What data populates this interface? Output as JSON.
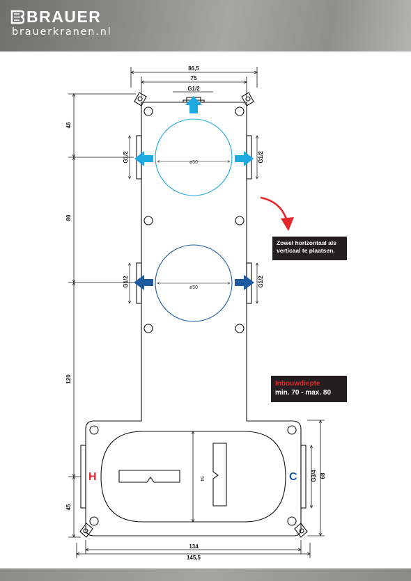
{
  "header": {
    "brand": "BRAUER",
    "url": "brauerkranen.nl"
  },
  "dimensions": {
    "top_total": "86,5",
    "top_inner": "75",
    "top_outlet": "G1/2",
    "left_top": "46",
    "left_mid": "80",
    "left_lower": "120",
    "left_bottom": "45",
    "side_g_upper_left": "G1/2",
    "side_g_upper_right": "G1/2",
    "side_g_lower_left": "G1/2",
    "side_g_lower_right": "G1/2",
    "diam_upper": "ø50",
    "diam_lower": "ø50",
    "body_height": "54",
    "right_g": "G3/4",
    "right_height": "68",
    "bottom_inner": "134",
    "bottom_total": "145,5"
  },
  "labels": {
    "hot": "H",
    "cold": "C",
    "orientation_note_line1": "Zowel horizontaal als",
    "orientation_note_line2": "verticaal te plaatsen.",
    "depth_title": "Inbouwdiepte",
    "depth_value": "min. 70 - max. 80"
  },
  "colors": {
    "light_blue": "#1ea9e1",
    "dark_blue": "#1d5a9e",
    "red": "#e3272b",
    "note_bg": "#231f20"
  }
}
